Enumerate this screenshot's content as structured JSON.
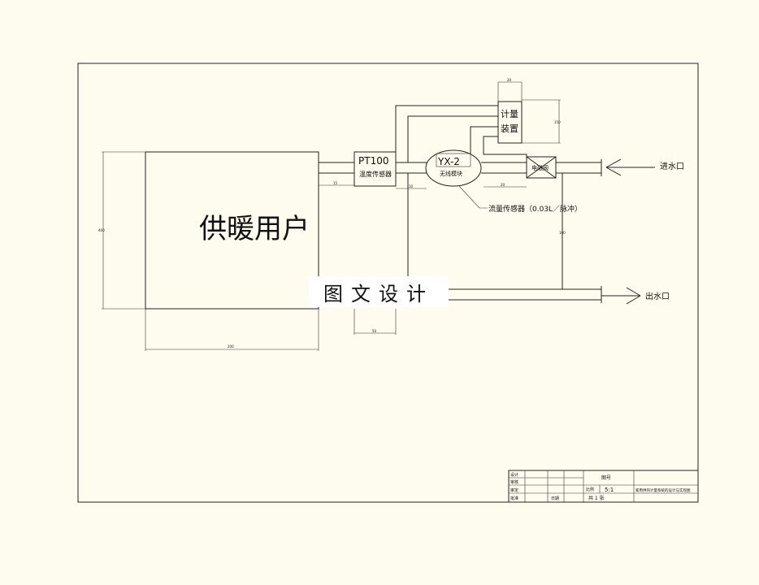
{
  "labels": {
    "heating_user": "供暖用户",
    "pt100": "PT100",
    "temp_sensor": "温度传感器",
    "yx2": "YX-2",
    "wireless_module": "无线模块",
    "metering_line1": "计量",
    "metering_line2": "装置",
    "solenoid_valve": "电磁阀",
    "flow_sensor": "流量传感器（0.03L／脉冲）",
    "water_inlet": "进水口",
    "water_outlet": "出水口"
  },
  "dimensions": {
    "user_height": "400",
    "user_width": "200",
    "pipe_gap": "15",
    "sensor_gap": "10",
    "valve_gap": "20",
    "metering_width": "20",
    "metering_height": "150",
    "vertical_pipe": "100",
    "temp_block_width": "50"
  },
  "watermark": "图文设计",
  "title_block": {
    "rows": [
      "设计",
      "审核",
      "审定",
      "批准"
    ],
    "drawing_name": "家用供热计量系统的设计与实现图",
    "scale_label": "比例",
    "scale_value": "5:1",
    "sheet_label": "共 1 张",
    "chart_label": "图号",
    "date_label": "日期"
  }
}
